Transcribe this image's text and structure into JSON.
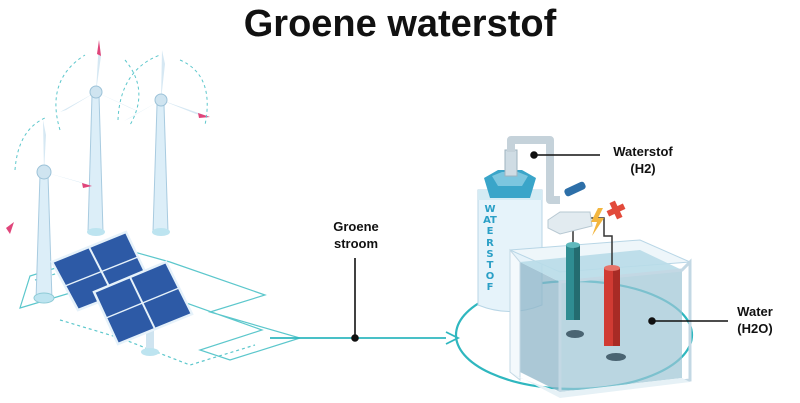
{
  "title": "Groene waterstof",
  "labels": {
    "power": {
      "line1": "Groene",
      "line2": "stroom"
    },
    "hydrogen": {
      "line1": "Waterstof",
      "line2": "(H2)"
    },
    "water": {
      "line1": "Water",
      "line2": "(H2O)"
    }
  },
  "tank_text": "WATERSTOF",
  "colors": {
    "accent": "#2fb7bf",
    "blade_tip": "#e0457a",
    "panel": "#2d5aa6",
    "cathode": "#d13b33",
    "anode": "#2f8d92",
    "tank_cap": "#3aa5c9",
    "plus_sign": "#e24a3b",
    "water": "#a9d6e3"
  }
}
